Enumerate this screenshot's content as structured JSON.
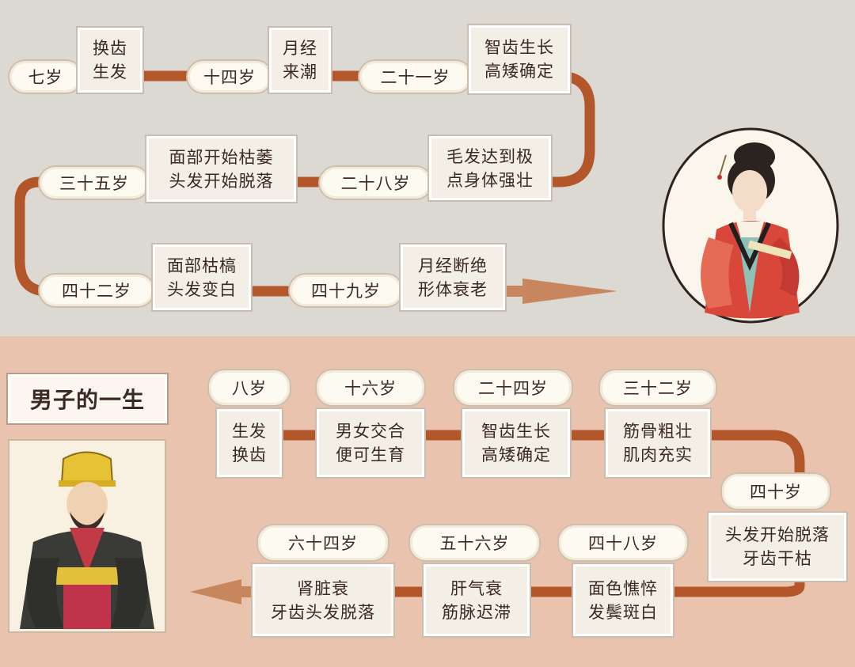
{
  "female": {
    "stages": [
      {
        "age": "七岁",
        "note": "换齿\n生发"
      },
      {
        "age": "十四岁",
        "note": "月经\n来潮"
      },
      {
        "age": "二十一岁",
        "note": "智齿生长\n高矮确定"
      },
      {
        "age": "二十八岁",
        "note": "毛发达到极\n点身体强壮"
      },
      {
        "age": "三十五岁",
        "note": "面部开始枯萎\n头发开始脱落"
      },
      {
        "age": "四十二岁",
        "note": "面部枯槁\n头发变白"
      },
      {
        "age": "四十九岁",
        "note": "月经断绝\n形体衰老"
      }
    ]
  },
  "male": {
    "title": "男子的一生",
    "stages": [
      {
        "age": "八岁",
        "note": "生发\n换齿"
      },
      {
        "age": "十六岁",
        "note": "男女交合\n便可生育"
      },
      {
        "age": "二十四岁",
        "note": "智齿生长\n高矮确定"
      },
      {
        "age": "三十二岁",
        "note": "筋骨粗壮\n肌肉充实"
      },
      {
        "age": "四十岁",
        "note": "头发开始脱落\n牙齿干枯"
      },
      {
        "age": "四十八岁",
        "note": "面色憔悴\n发鬓斑白"
      },
      {
        "age": "五十六岁",
        "note": "肝气衰\n筋脉迟滞"
      },
      {
        "age": "六十四岁",
        "note": "肾脏衰\n牙齿头发脱落"
      }
    ]
  },
  "colors": {
    "path": "#b3572b",
    "arrow": "#c7865d",
    "top_background": "#dcd8d2",
    "bottom_background": "#e9c3ae"
  }
}
